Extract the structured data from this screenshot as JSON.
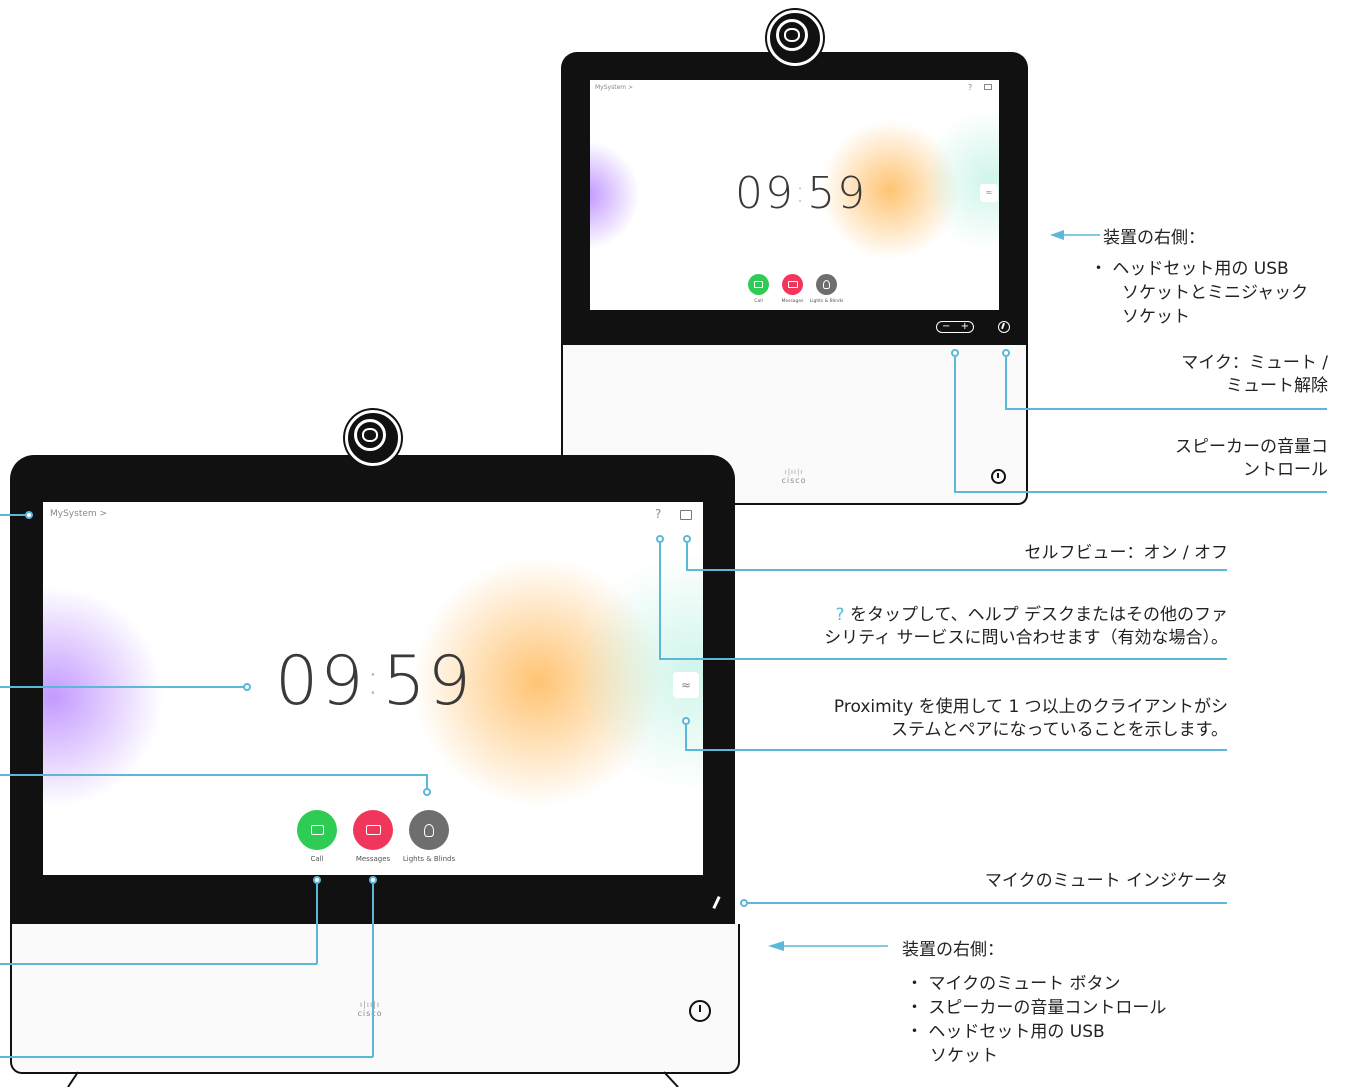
{
  "small_device": {
    "breadcrumb": "MySystem >",
    "help_icon_glyph": "?",
    "clock": {
      "hours": "09",
      "minutes": "59"
    },
    "buttons": [
      {
        "label": "Call",
        "color": "#2ecc55"
      },
      {
        "label": "Messages",
        "color": "#f0365a"
      },
      {
        "label": "Lights & Blinds",
        "color": "#6e6e6e"
      }
    ],
    "cisco_text": "cisco"
  },
  "large_device": {
    "breadcrumb": "MySystem >",
    "help_icon_glyph": "?",
    "clock": {
      "hours": "09",
      "minutes": "59"
    },
    "buttons": [
      {
        "label": "Call",
        "color": "#2ecc55"
      },
      {
        "label": "Messages",
        "color": "#f0365a"
      },
      {
        "label": "Lights & Blinds",
        "color": "#6e6e6e"
      }
    ],
    "cisco_text": "cisco"
  },
  "callouts": {
    "right_side_title_top": "装置の右側：",
    "right_side_items_top": [
      "・ ヘッドセット用の USB",
      "ソケットとミニジャック",
      "ソケット"
    ],
    "mic_mute_line1": "マイク：ミュート /",
    "mic_mute_line2": "ミュート解除",
    "speaker_volume_line1": "スピーカーの音量コ",
    "speaker_volume_line2": "ントロール",
    "selfview": "セルフビュー：オン / オフ",
    "help_q": "?",
    "help_line1": " をタップして、ヘルプ デスクまたはその他のファ",
    "help_line2": "シリティ サービスに問い合わせます（有効な場合）。",
    "proximity_line1": "Proximity を使用して 1 つ以上のクライアントがシ",
    "proximity_line2": "ステムとペアになっていることを示します。",
    "mic_mute_indicator": "マイクのミュート インジケータ",
    "right_side_title_bottom": "装置の右側：",
    "right_side_items_bottom": [
      "・ マイクのミュート ボタン",
      "・ スピーカーの音量コントロール",
      "・ ヘッドセット用の USB",
      "ソケット"
    ]
  },
  "colors": {
    "accent_line": "#5bb8d8",
    "device_frame": "#111111",
    "call_green": "#2ecc55",
    "messages_red": "#f0365a",
    "lights_gray": "#6e6e6e"
  }
}
